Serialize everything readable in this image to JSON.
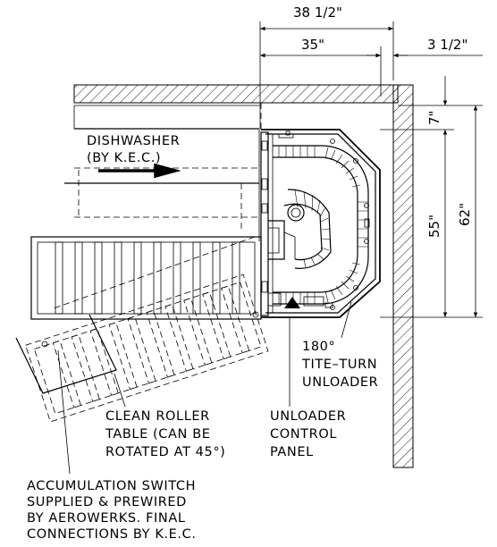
{
  "dimensions": {
    "overall_width": "38 1/2\"",
    "width": "35\"",
    "offset": "3 1/2\"",
    "small_depth": "7\"",
    "inner_depth": "55\"",
    "overall_depth": "62\""
  },
  "labels": {
    "dishwasher": [
      "DISHWASHER",
      "(BY K.E.C.)"
    ],
    "unloader": [
      "180°",
      "TITE–TURN",
      "UNLOADER"
    ],
    "control_panel": [
      "UNLOADER",
      "CONTROL",
      "PANEL"
    ],
    "roller_table": [
      "CLEAN ROLLER",
      "TABLE (CAN BE",
      "ROTATED AT 45°)"
    ],
    "accumulation_switch": [
      "ACCUMULATION SWITCH",
      "SUPPLIED & PREWIRED",
      "BY AEROWERKS. FINAL",
      "CONNECTIONS BY K.E.C."
    ]
  }
}
